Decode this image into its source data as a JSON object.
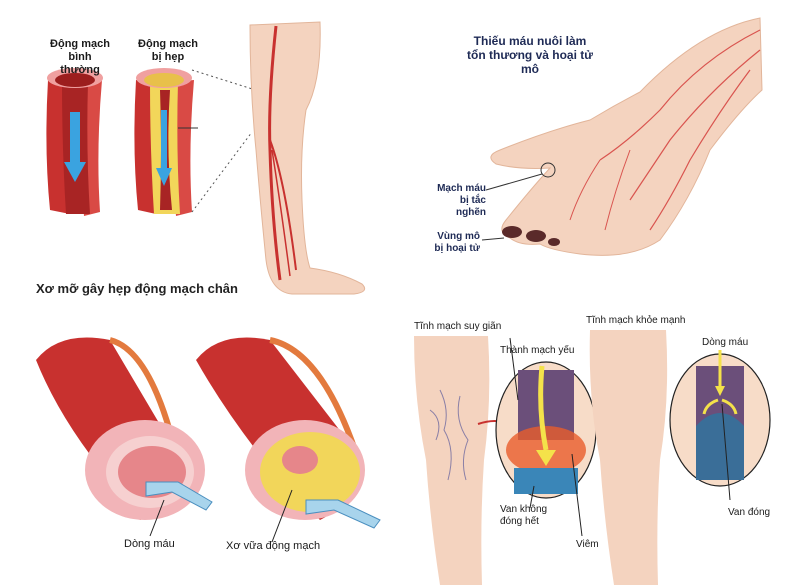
{
  "panels": {
    "leg_artery": {
      "normal_label_1": "Động mạch",
      "normal_label_2": "bình thường",
      "narrow_label_1": "Động mạch",
      "narrow_label_2": "bị hẹp",
      "caption": "Xơ mỡ gây hẹp động mạch chân"
    },
    "hand": {
      "title_1": "Thiếu máu nuôi làm",
      "title_2": "tổn thương và hoại tử mô",
      "blocked_1": "Mạch máu",
      "blocked_2": "bị tắc nghẽn",
      "necrosis_1": "Vùng mô",
      "necrosis_2": "bị hoại tử"
    },
    "artery_cross": {
      "blood_flow": "Dòng máu",
      "atherosclerosis": "Xơ vữa động mạch"
    },
    "veins": {
      "varicose_title": "Tĩnh mạch suy giãn",
      "healthy_title": "Tĩnh mạch khỏe mạnh",
      "weak_wall": "Thành mạch yếu",
      "valve_incomplete_1": "Van không",
      "valve_incomplete_2": "đóng hết",
      "inflammation": "Viêm",
      "blood_flow": "Dòng máu",
      "valve_closed": "Van đóng"
    }
  },
  "colors": {
    "artery_red": "#c8312f",
    "artery_inner": "#a82424",
    "artery_wall": "#f0a0a0",
    "plaque_yellow": "#f2d65a",
    "flow_blue": "#3aa3e0",
    "skin": "#f4d3bf",
    "vein_blue": "#2f5f8a",
    "navy_text": "#1e2a55"
  }
}
